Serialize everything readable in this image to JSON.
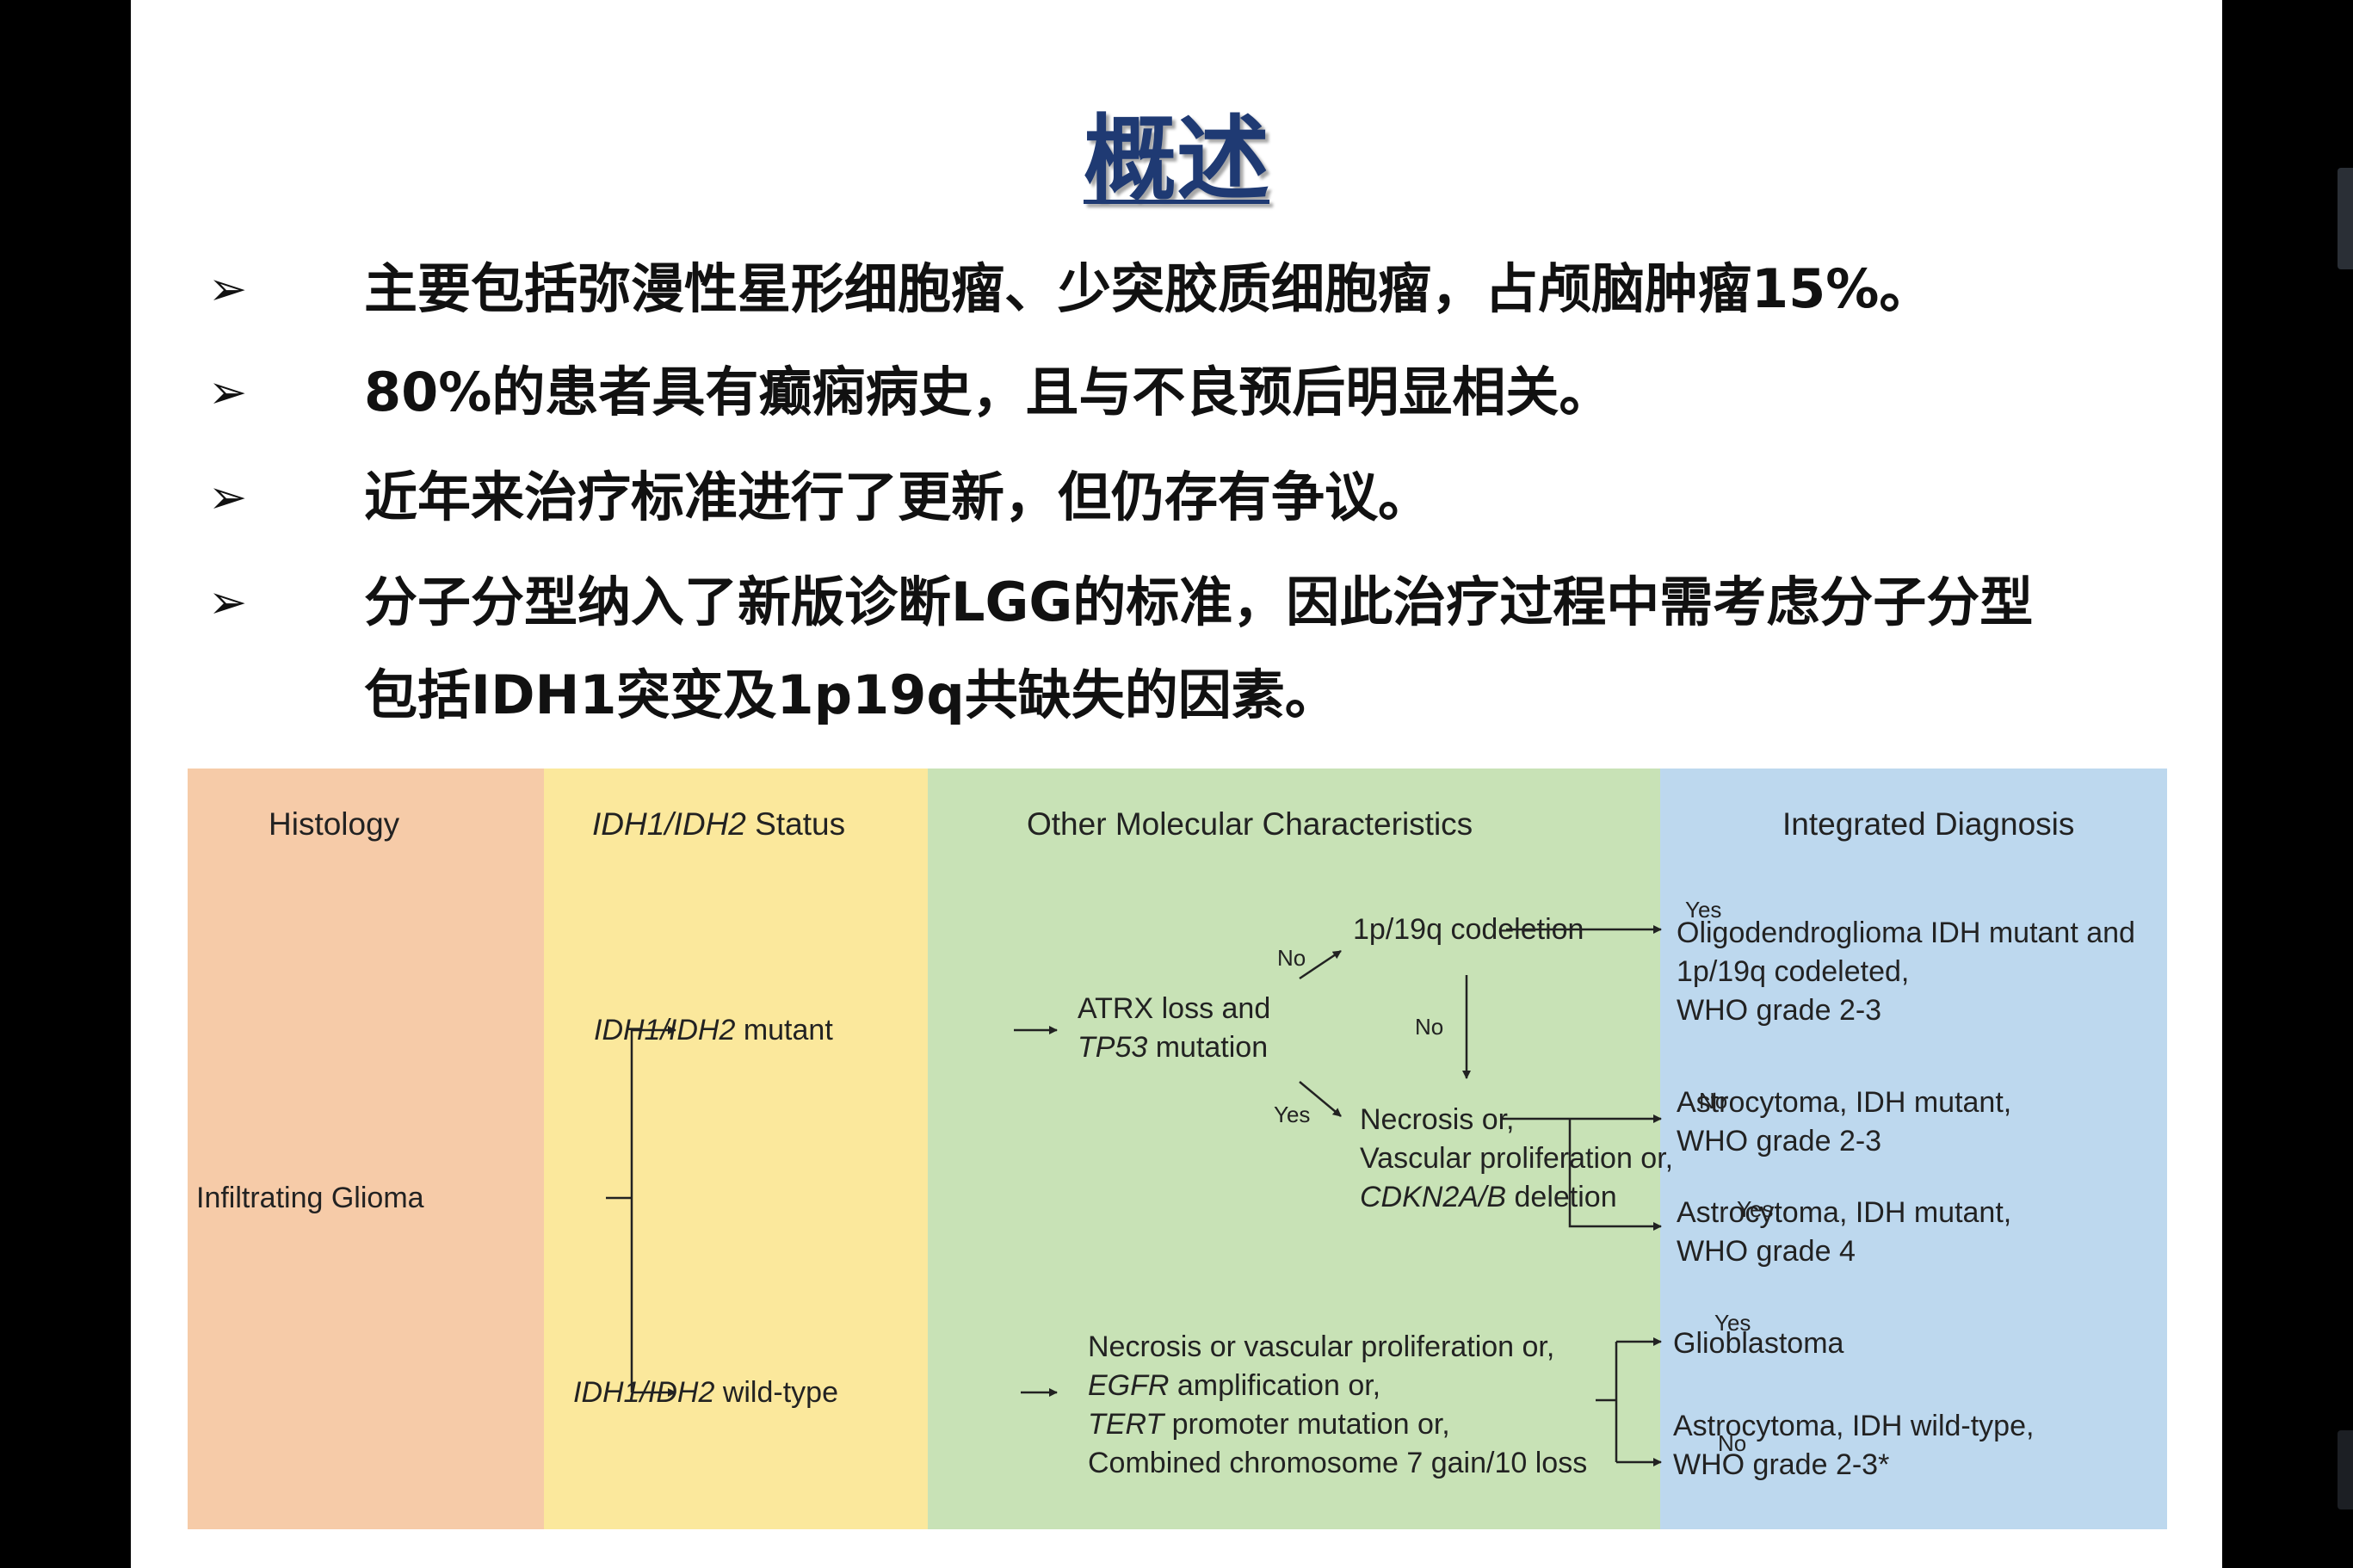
{
  "slide": {
    "title": "概述",
    "bullets": [
      {
        "arrow": "➢",
        "lines": [
          "主要包括弥漫性星形细胞瘤、少突胶质细胞瘤，占颅脑肿瘤15%。"
        ]
      },
      {
        "arrow": "➢",
        "lines": [
          "80%的患者具有癫痫病史，且与不良预后明显相关。"
        ]
      },
      {
        "arrow": "➢",
        "lines": [
          "近年来治疗标准进行了更新，但仍存有争议。"
        ]
      },
      {
        "arrow": "➢",
        "lines": [
          "分子分型纳入了新版诊断LGG的标准，因此治疗过程中需考虑分子分型",
          "包括IDH1突变及1p19q共缺失的因素。"
        ]
      }
    ]
  },
  "diagram": {
    "headers": {
      "histology": "Histology",
      "idh_status_gene": "IDH1/IDH2",
      "idh_status_word": " Status",
      "molecular": "Other Molecular Characteristics",
      "integrated": "Integrated Diagnosis"
    },
    "histology_node": "Infiltrating Glioma",
    "idh_mutant": {
      "gene": "IDH1/IDH2",
      "rest": " mutant"
    },
    "idh_wildtype": {
      "gene": "IDH1/IDH2",
      "rest": " wild-type"
    },
    "atrx": {
      "line1": "ATRX loss and",
      "line2_gene": "TP53",
      "line2_rest": " mutation"
    },
    "codeletion": "1p/19q codeletion",
    "necrosis": {
      "line1": "Necrosis or,",
      "line2": "Vascular proliferation or,",
      "line3_gene": "CDKN2A/B",
      "line3_rest": " deletion"
    },
    "wt_criteria": {
      "line1": "Necrosis or vascular proliferation or,",
      "line2_gene": "EGFR",
      "line2_rest": " amplification or,",
      "line3_gene": "TERT",
      "line3_rest": " promoter mutation or,",
      "line4": "Combined chromosome 7 gain/10 loss"
    },
    "edge_labels": {
      "yes": "Yes",
      "no": "No"
    },
    "diagnoses": {
      "oligo": [
        "Oligodendroglioma IDH mutant and",
        "1p/19q codeleted,",
        "WHO grade 2-3"
      ],
      "astro_23": [
        "Astrocytoma, IDH mutant,",
        "WHO grade 2-3"
      ],
      "astro_4": [
        "Astrocytoma, IDH mutant,",
        "WHO grade 4"
      ],
      "gbm": [
        "Glioblastoma"
      ],
      "astro_wt": [
        "Astrocytoma, IDH wild-type,",
        "WHO grade 2-3*"
      ]
    },
    "colors": {
      "histology": "#f6cba8",
      "idh": "#fbe89c",
      "molecular": "#c8e2b6",
      "integrated": "#bdd8ee"
    }
  }
}
